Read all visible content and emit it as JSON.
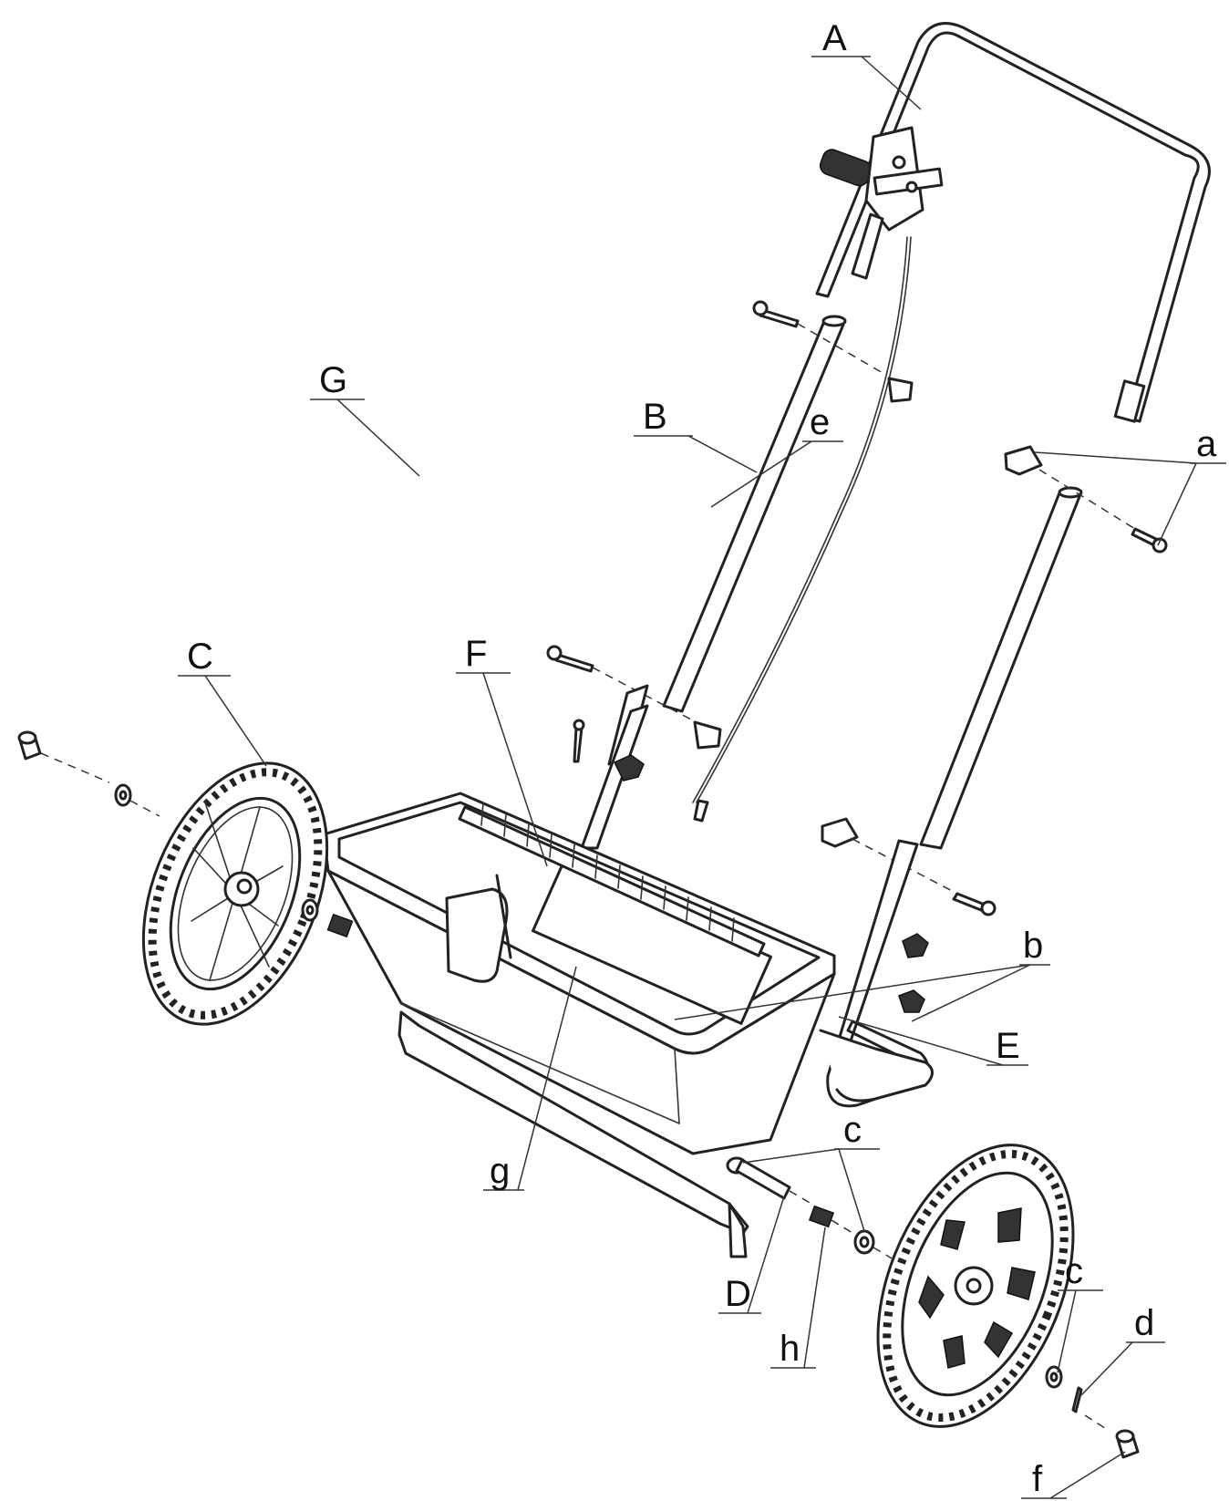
{
  "labels": {
    "A": "A",
    "B": "B",
    "C": "C",
    "D": "D",
    "E": "E",
    "F": "F",
    "G": "G",
    "a": "a",
    "b": "b",
    "c1": "c",
    "c2": "c",
    "d": "d",
    "e": "e",
    "f": "f",
    "g": "g",
    "h": "h"
  }
}
